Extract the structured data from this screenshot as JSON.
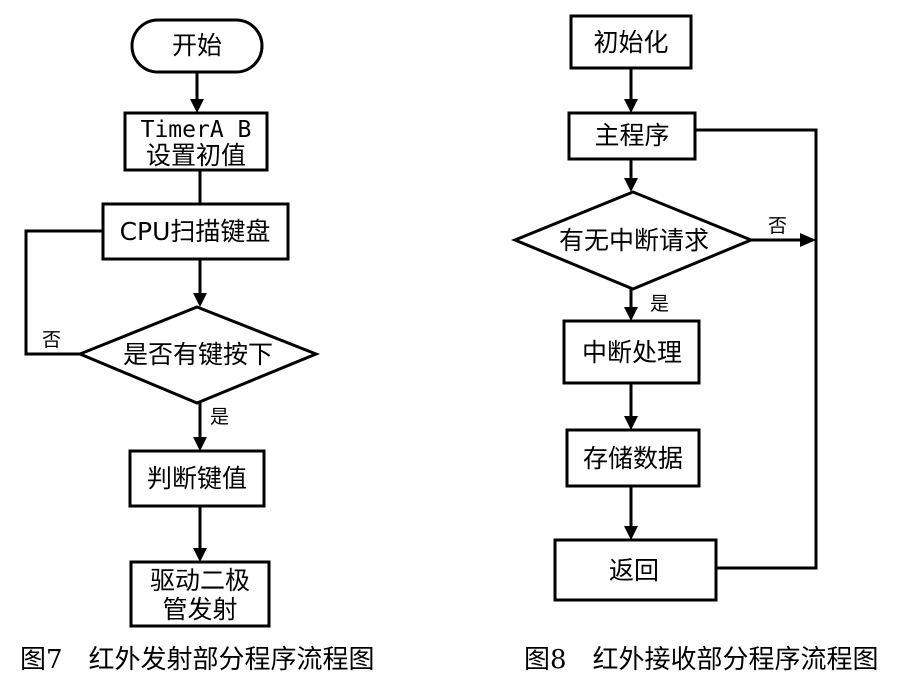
{
  "left_flowchart": {
    "start": "开始",
    "timer_line1": "TimerA B",
    "timer_line2": "设置初值",
    "scan": "CPU扫描键盘",
    "decision": "是否有键按下",
    "no_label": "否",
    "yes_label": "是",
    "judge": "判断键值",
    "drive_line1": "驱动二极",
    "drive_line2": "管发射",
    "caption": "图7　红外发射部分程序流程图"
  },
  "right_flowchart": {
    "init": "初始化",
    "main": "主程序",
    "decision": "有无中断请求",
    "no_label": "否",
    "yes_label": "是",
    "interrupt": "中断处理",
    "store": "存储数据",
    "return": "返回",
    "caption": "图8　红外接收部分程序流程图"
  }
}
